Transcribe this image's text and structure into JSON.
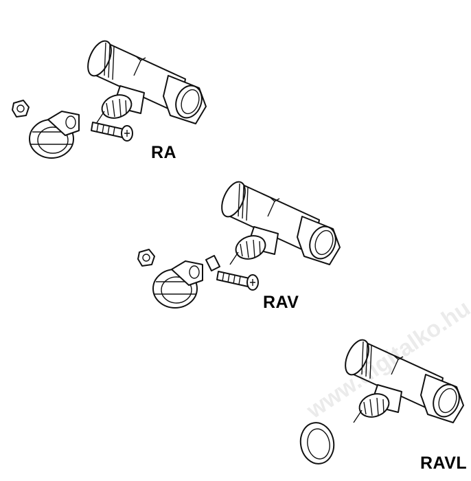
{
  "labels": {
    "ra": "RA",
    "rav": "RAV",
    "ravl": "RAVL"
  },
  "watermark": "www.digitalko.hu"
}
